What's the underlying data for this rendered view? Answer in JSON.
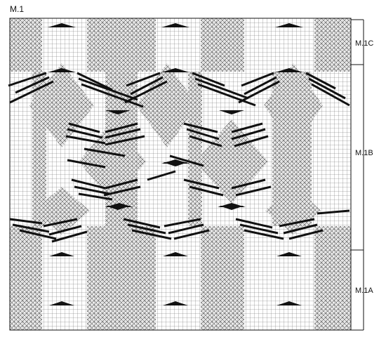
{
  "title": "M.1",
  "sections": [
    {
      "label": "M.1C"
    },
    {
      "label": "M.1B"
    },
    {
      "label": "M.1A"
    }
  ],
  "colors": {
    "ink": "#111111",
    "grid_line": "#666666",
    "background": "#ffffff"
  },
  "symbols": [
    "blank-square",
    "cross-square",
    "black-triangle",
    "sloped-bar"
  ]
}
